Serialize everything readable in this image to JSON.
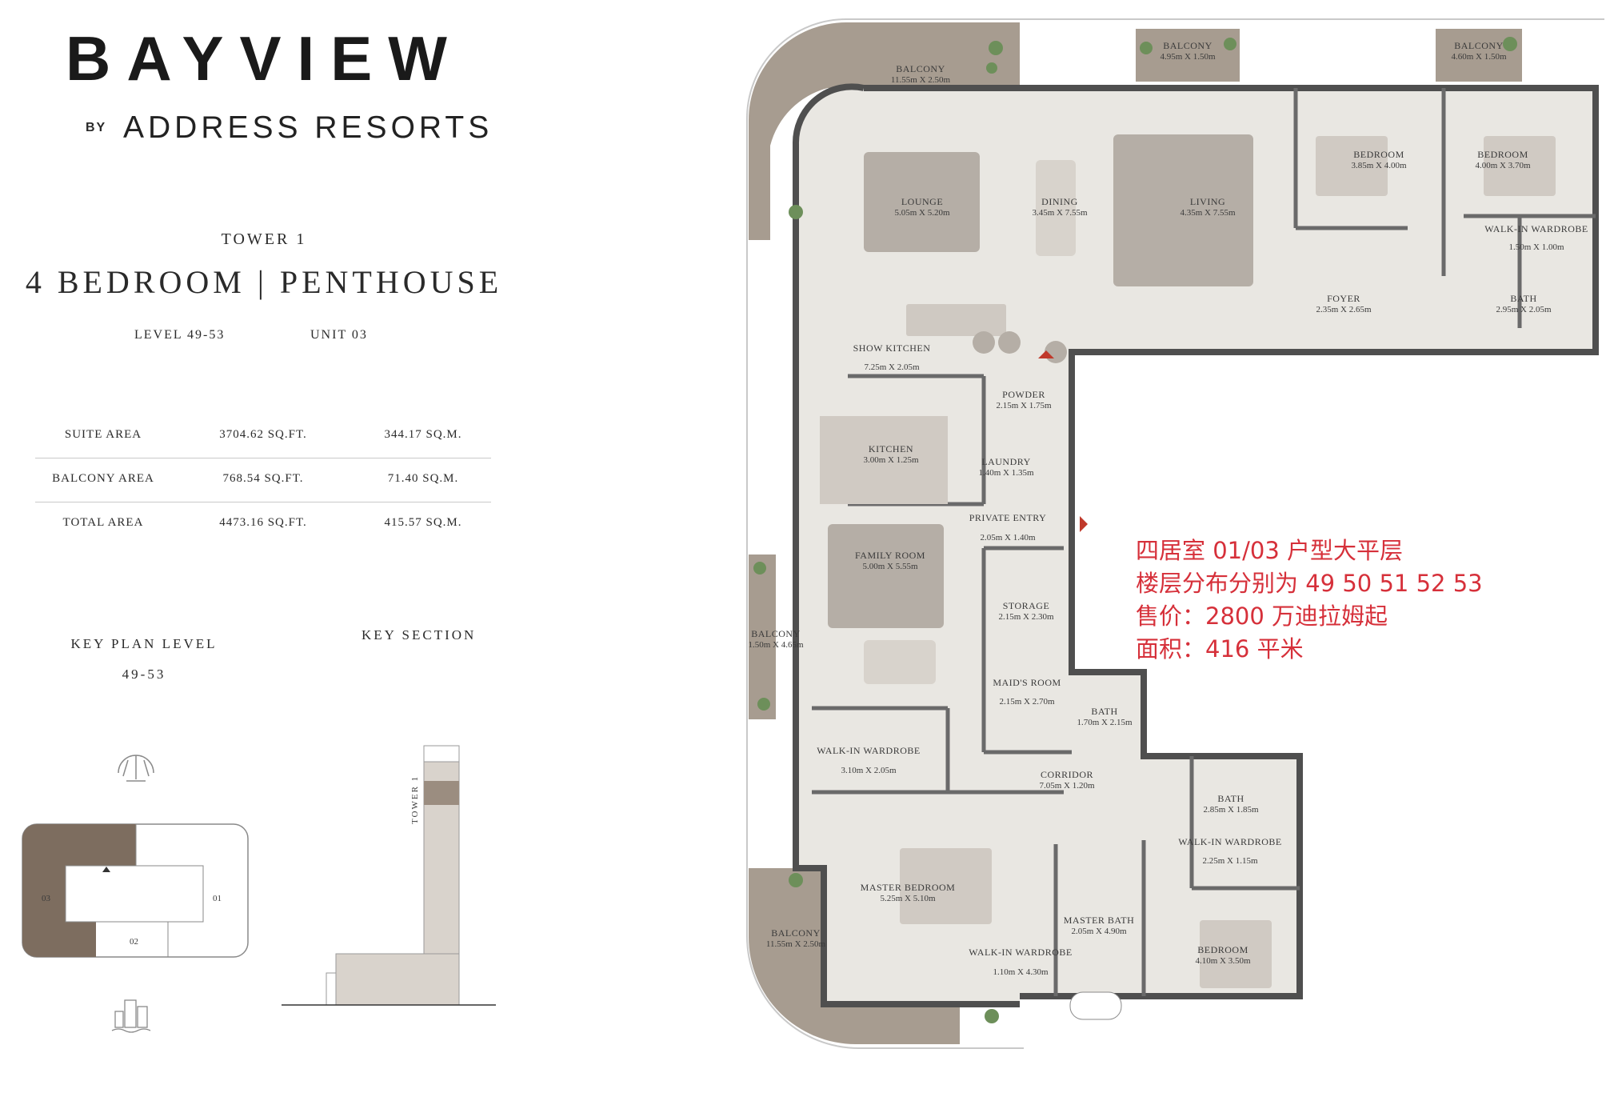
{
  "brand": {
    "name": "BAYVIEW",
    "by": "BY",
    "sub": "ADDRESS RESORTS"
  },
  "header": {
    "tower": "TOWER 1",
    "title": "4 BEDROOM | PENTHOUSE",
    "level": "LEVEL 49-53",
    "unit": "UNIT 03"
  },
  "areas": [
    {
      "label": "SUITE AREA",
      "sqft": "3704.62 SQ.FT.",
      "sqm": "344.17 SQ.M."
    },
    {
      "label": "BALCONY AREA",
      "sqft": "768.54 SQ.FT.",
      "sqm": "71.40 SQ.M."
    },
    {
      "label": "TOTAL AREA",
      "sqft": "4473.16 SQ.FT.",
      "sqm": "415.57 SQ.M."
    }
  ],
  "key_plan": {
    "label": "KEY PLAN LEVEL",
    "levels": "49-53",
    "units": [
      "03",
      "01",
      "02"
    ]
  },
  "key_section": {
    "label": "KEY SECTION",
    "tower_label": "TOWER 1"
  },
  "rooms": [
    {
      "name": "BALCONY",
      "dims": "11.55m X 2.50m"
    },
    {
      "name": "BALCONY",
      "dims": "4.95m X 1.50m"
    },
    {
      "name": "BALCONY",
      "dims": "4.60m X 1.50m"
    },
    {
      "name": "LOUNGE",
      "dims": "5.05m X 5.20m"
    },
    {
      "name": "DINING",
      "dims": "3.45m X 7.55m"
    },
    {
      "name": "LIVING",
      "dims": "4.35m X 7.55m"
    },
    {
      "name": "BEDROOM",
      "dims": "3.85m X 4.00m"
    },
    {
      "name": "BEDROOM",
      "dims": "4.00m X 3.70m"
    },
    {
      "name": "WALK-IN WARDROBE",
      "dims": "1.50m X 1.00m"
    },
    {
      "name": "FOYER",
      "dims": "2.35m X 2.65m"
    },
    {
      "name": "BATH",
      "dims": "2.95m X 2.05m"
    },
    {
      "name": "SHOW KITCHEN",
      "dims": "7.25m X 2.05m"
    },
    {
      "name": "POWDER",
      "dims": "2.15m X 1.75m"
    },
    {
      "name": "KITCHEN",
      "dims": "3.00m X 1.25m"
    },
    {
      "name": "LAUNDRY",
      "dims": "1.40m X 1.35m"
    },
    {
      "name": "PRIVATE ENTRY",
      "dims": "2.05m X 1.40m"
    },
    {
      "name": "FAMILY ROOM",
      "dims": "5.00m X 5.55m"
    },
    {
      "name": "STORAGE",
      "dims": "2.15m X 2.30m"
    },
    {
      "name": "BALCONY",
      "dims": "1.50m X 4.65m"
    },
    {
      "name": "MAID'S ROOM",
      "dims": "2.15m X 2.70m"
    },
    {
      "name": "BATH",
      "dims": "1.70m X 2.15m"
    },
    {
      "name": "WALK-IN WARDROBE",
      "dims": "3.10m X 2.05m"
    },
    {
      "name": "CORRIDOR",
      "dims": "7.05m X 1.20m"
    },
    {
      "name": "BATH",
      "dims": "2.85m X 1.85m"
    },
    {
      "name": "WALK-IN WARDROBE",
      "dims": "2.25m X 1.15m"
    },
    {
      "name": "MASTER BEDROOM",
      "dims": "5.25m X 5.10m"
    },
    {
      "name": "MASTER BATH",
      "dims": "2.05m X 4.90m"
    },
    {
      "name": "BEDROOM",
      "dims": "4.10m X 3.50m"
    },
    {
      "name": "WALK-IN WARDROBE",
      "dims": "1.10m X 4.30m"
    },
    {
      "name": "BALCONY",
      "dims": "11.55m X 2.50m"
    }
  ],
  "note": {
    "line1": "四居室 01/03 户型大平层",
    "line2": "楼层分布分别为 49 50 51 52 53",
    "line3": "售价：2800 万迪拉姆起",
    "line4": "面积：416 平米"
  },
  "colors": {
    "wall": "#4f4f4f",
    "floor": "#e9e7e2",
    "balcony": "#a79c90",
    "furniture": "#b5aea6",
    "note": "#d6303a",
    "keyplan_unit": "#7d6d5f"
  }
}
